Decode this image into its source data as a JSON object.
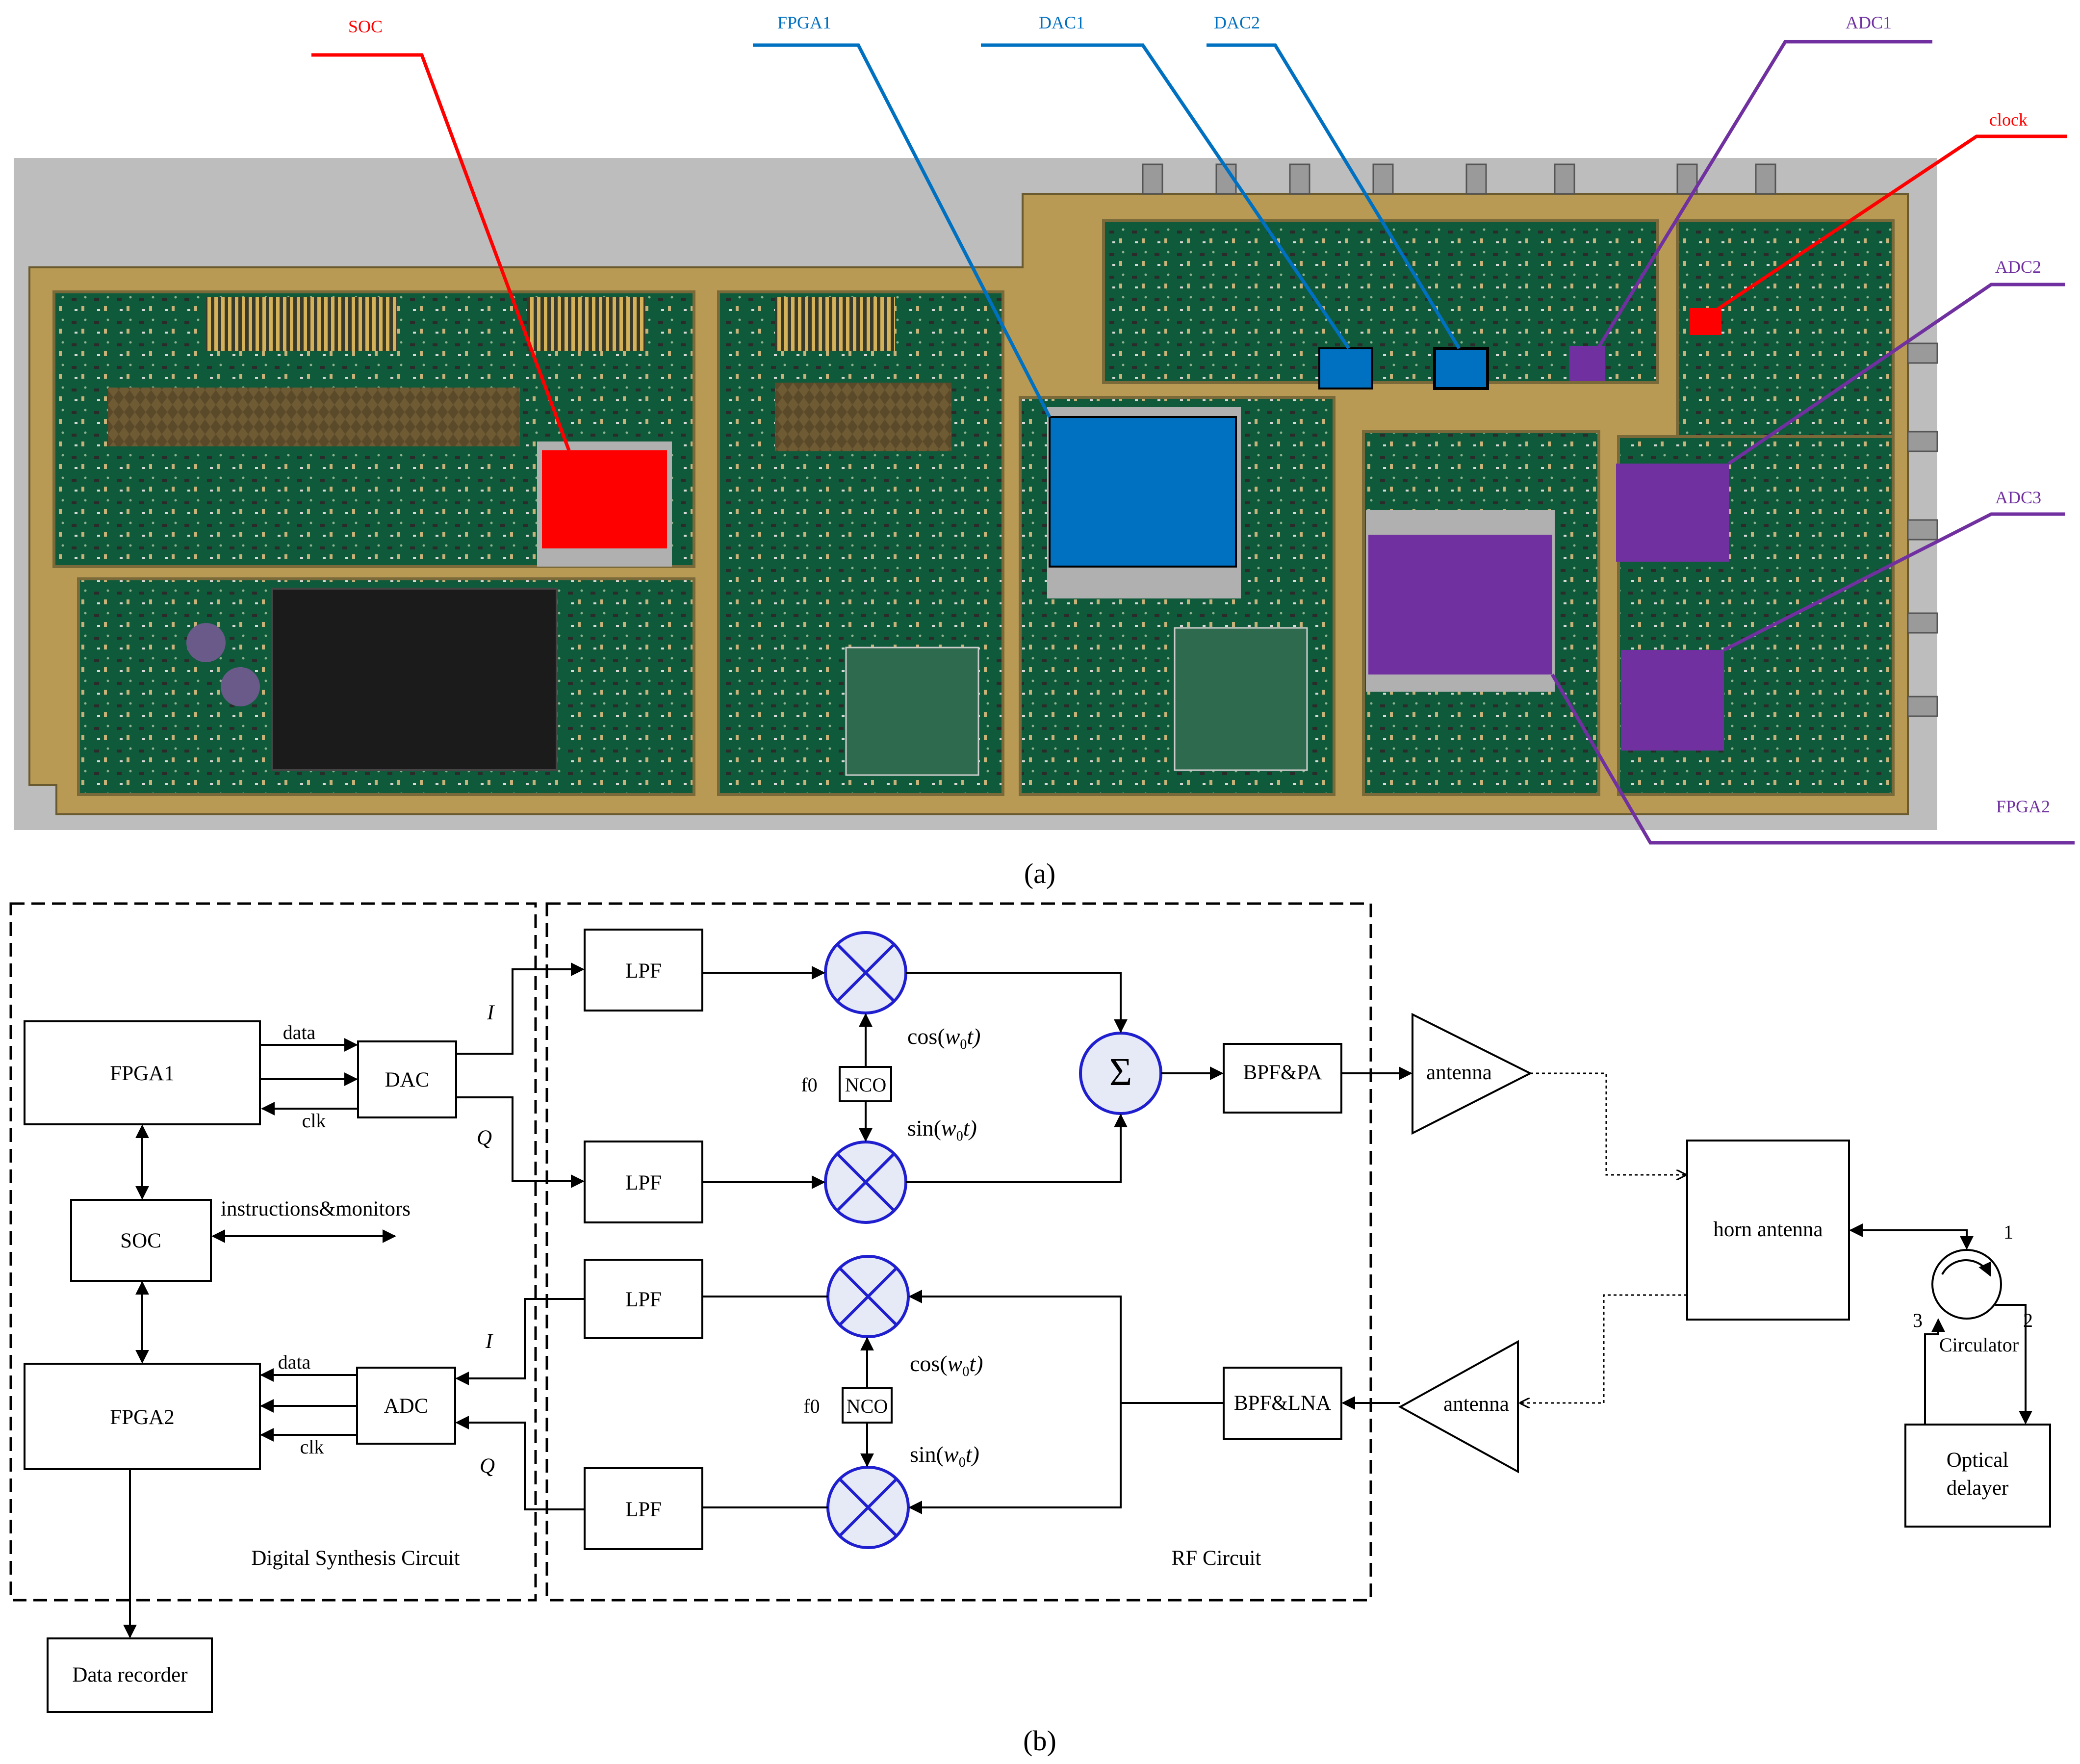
{
  "panel_a": {
    "caption": "(a)",
    "colors": {
      "red": "#ff0000",
      "blue": "#0070c0",
      "purple": "#7030a0",
      "pcb_green": "#0f5a3a",
      "gold": "#b89a55",
      "background": "#b8b8b8"
    },
    "callouts": {
      "soc": "SOC",
      "fpga1": "FPGA1",
      "dac1": "DAC1",
      "dac2": "DAC2",
      "adc1": "ADC1",
      "clock": "clock",
      "adc2": "ADC2",
      "adc3": "ADC3",
      "fpga2": "FPGA2"
    }
  },
  "panel_b": {
    "caption": "(b)",
    "digital": {
      "label": "Digital Synthesis Circuit",
      "fpga1": "FPGA1",
      "dac": "DAC",
      "soc": "SOC",
      "fpga2": "FPGA2",
      "adc": "ADC",
      "data_recorder": "Data recorder",
      "data_top": "data",
      "clk_top": "clk",
      "data_bottom": "data",
      "clk_bottom": "clk",
      "instructions": "instructions&monitors"
    },
    "rf": {
      "label": "RF Circuit",
      "lpf": "LPF",
      "nco": "NCO",
      "f0": "f0",
      "sum_symbol": "Σ",
      "bpf_pa": "BPF&PA",
      "bpf_lna": "BPF&LNA",
      "cos_fn": "cos(",
      "sin_fn": "sin(",
      "w": "w",
      "w_sub": "0",
      "t_close": "t)"
    },
    "signals": {
      "i": "I",
      "q": "Q"
    },
    "antenna_tx": "antenna",
    "antenna_rx": "antenna",
    "horn_antenna": "horn antenna",
    "circulator": "Circulator",
    "port_1": "1",
    "port_2": "2",
    "port_3": "3",
    "optical_line1": "Optical",
    "optical_line2": "delayer"
  }
}
